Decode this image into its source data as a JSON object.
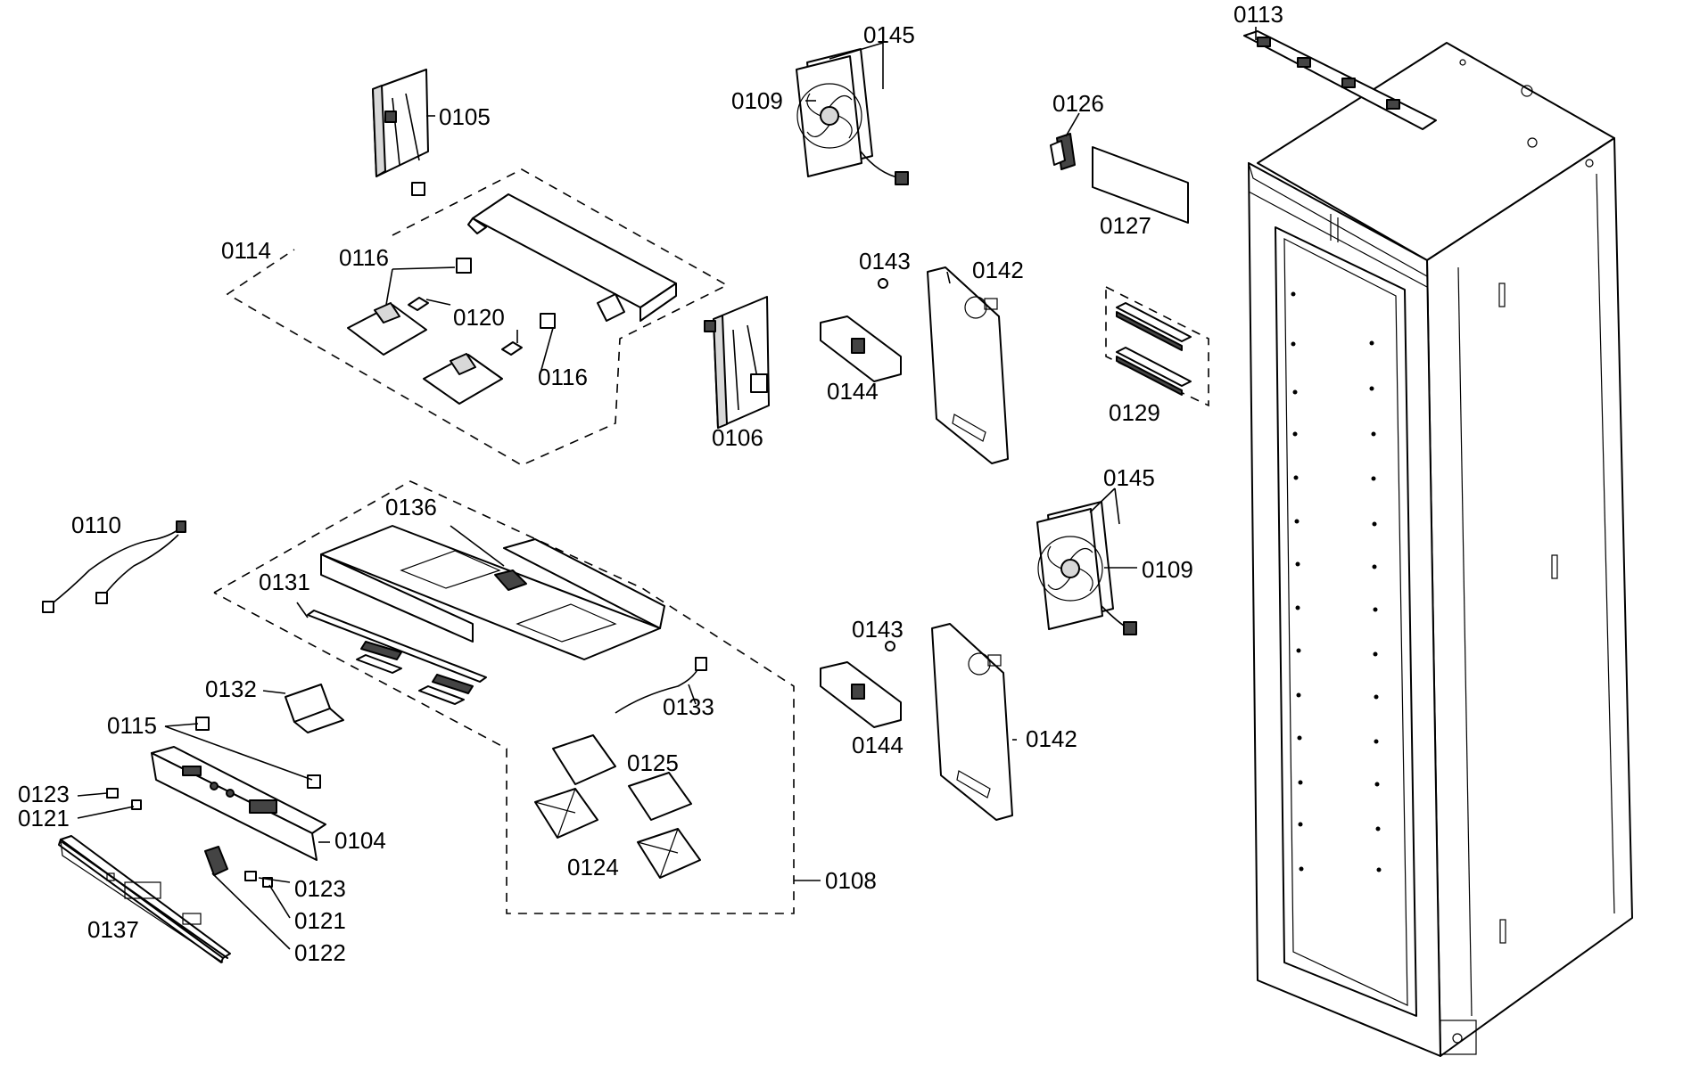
{
  "labels": {
    "l0113": "0113",
    "l0145_top": "0145",
    "l0109_top": "0109",
    "l0105": "0105",
    "l0126": "0126",
    "l0127": "0127",
    "l0114": "0114",
    "l0116_a": "0116",
    "l0120": "0120",
    "l0116_b": "0116",
    "l0143_top": "0143",
    "l0142_top": "0142",
    "l0144_top": "0144",
    "l0106": "0106",
    "l0129": "0129",
    "l0145_mid": "0145",
    "l0109_mid": "0109",
    "l0110": "0110",
    "l0136": "0136",
    "l0131": "0131",
    "l0143_mid": "0143",
    "l0132": "0132",
    "l0133": "0133",
    "l0115": "0115",
    "l0144_mid": "0144",
    "l0142_mid": "0142",
    "l0125": "0125",
    "l0123_a": "0123",
    "l0121_a": "0121",
    "l0104": "0104",
    "l0124": "0124",
    "l0108": "0108",
    "l0123_b": "0123",
    "l0121_b": "0121",
    "l0137": "0137",
    "l0122": "0122"
  }
}
